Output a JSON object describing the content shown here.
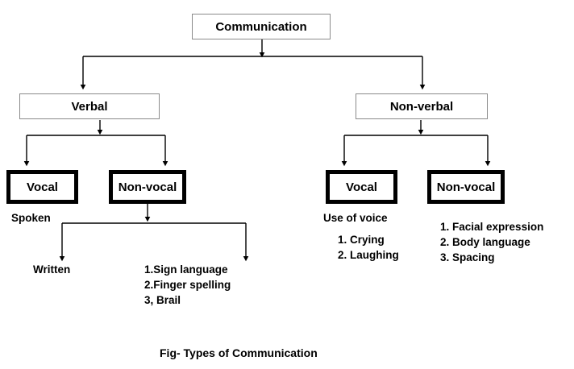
{
  "figure": {
    "caption": "Fig- Types of Communication",
    "caption_name": "figure-caption"
  },
  "colors": {
    "background": "#ffffff",
    "text": "#000000",
    "thin_border": "#8a8a8a",
    "thick_border": "#000000",
    "connector": "#000000"
  },
  "nodes": {
    "root": {
      "label": "Communication"
    },
    "level2": [
      {
        "label": "Verbal"
      },
      {
        "label": "Non-verbal"
      }
    ],
    "verbal_children": [
      {
        "label": "Vocal"
      },
      {
        "label": "Non-vocal"
      }
    ],
    "nonverbal_children": [
      {
        "label": "Vocal"
      },
      {
        "label": "Non-vocal"
      }
    ]
  },
  "leaves": {
    "verbal_vocal": {
      "label": "Spoken"
    },
    "verbal_nonvocal_left": {
      "label": "Written"
    },
    "verbal_nonvocal_right": {
      "items": [
        "1.Sign language",
        "2.Finger spelling",
        "3, Brail"
      ]
    },
    "nonverbal_vocal": {
      "heading": "Use of voice",
      "items": [
        "1. Crying",
        "2. Laughing"
      ]
    },
    "nonverbal_nonvocal": {
      "items": [
        "1. Facial expression",
        "2. Body language",
        "3. Spacing"
      ]
    }
  }
}
